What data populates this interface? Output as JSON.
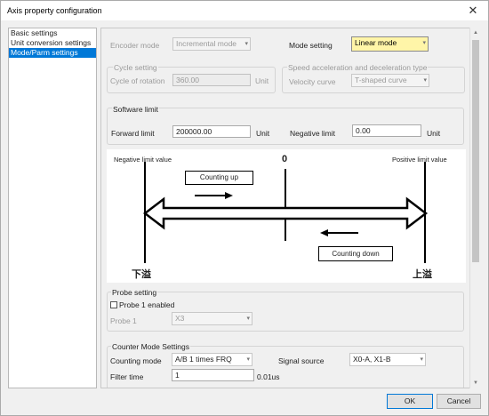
{
  "window": {
    "title": "Axis property configuration",
    "close_glyph": "✕"
  },
  "nav": {
    "items": [
      "Basic settings",
      "Unit conversion settings",
      "Mode/Parm settings"
    ],
    "selected": 2
  },
  "encoder": {
    "label": "Encoder mode",
    "value": "Incremental mode"
  },
  "mode": {
    "label": "Mode setting",
    "value": "Linear mode"
  },
  "cycle": {
    "group": "Cycle setting",
    "label": "Cycle of rotation",
    "value": "360.00",
    "unit": "Unit"
  },
  "speed": {
    "group": "Speed acceleration and deceleration type",
    "label": "Velocity curve",
    "value": "T-shaped curve"
  },
  "software_limit": {
    "group": "Software limit",
    "forward_label": "Forward limit",
    "forward_value": "200000.00",
    "forward_unit": "Unit",
    "negative_label": "Negative limit",
    "negative_value": "0.00",
    "negative_unit": "Unit"
  },
  "diagram": {
    "negative_label": "Negative limit value",
    "positive_label": "Positive limit value",
    "zero_label": "0",
    "counting_up": "Counting up",
    "counting_down": "Counting down",
    "underflow": "下溢",
    "overflow": "上溢"
  },
  "probe": {
    "group": "Probe setting",
    "enabled_label": "Probe 1 enabled",
    "probe_label": "Probe 1",
    "probe_value": "X3"
  },
  "counter": {
    "group": "Counter Mode Settings",
    "mode_label": "Counting mode",
    "mode_value": "A/B 1 times FRQ",
    "signal_label": "Signal source",
    "signal_value": "X0-A, X1-B",
    "filter_label": "Filter time",
    "filter_value": "1",
    "filter_unit": "0.01us"
  },
  "footer": {
    "ok": "OK",
    "cancel": "Cancel"
  },
  "icons": {
    "dropdown": "chevron-down-icon",
    "close": "close-icon"
  }
}
